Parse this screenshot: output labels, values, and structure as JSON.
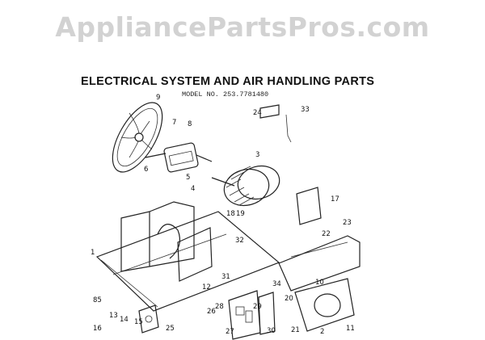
{
  "watermark": "AppliancePartsPros.com",
  "title": "ELECTRICAL SYSTEM AND AIR HANDLING PARTS",
  "model": "MODEL NO. 253.7781480",
  "callouts": [
    "9",
    "7",
    "8",
    "24",
    "33",
    "3",
    "6",
    "5",
    "4",
    "17",
    "18",
    "19",
    "23",
    "22",
    "32",
    "1",
    "10",
    "31",
    "34",
    "12",
    "85",
    "13",
    "14",
    "15",
    "16",
    "25",
    "26",
    "27",
    "28",
    "29",
    "30",
    "20",
    "21",
    "2",
    "11"
  ]
}
